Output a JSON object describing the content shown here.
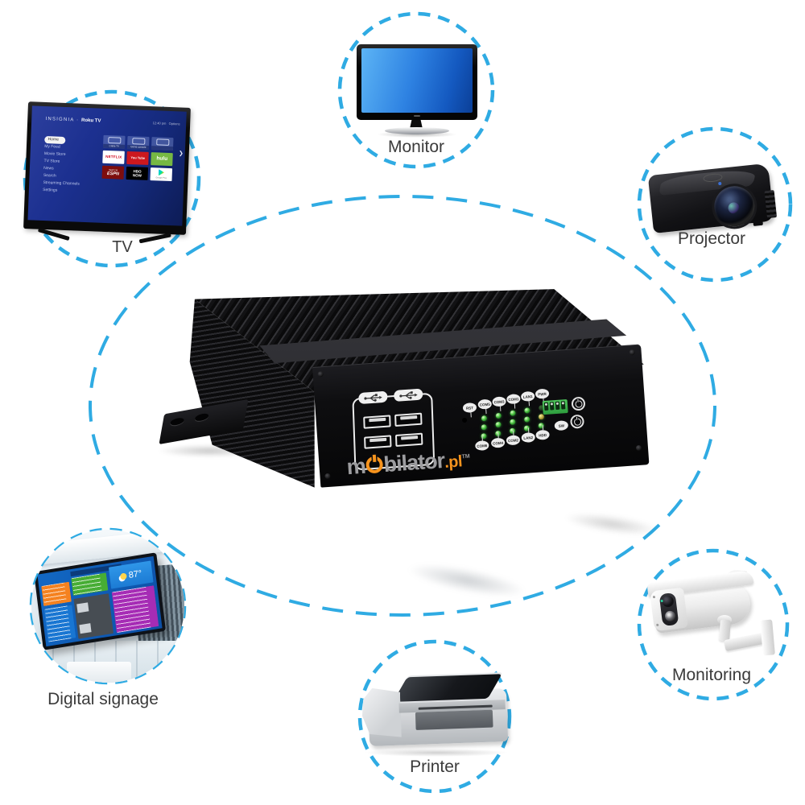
{
  "page": {
    "background": "#ffffff",
    "accent_color": "#2fabe3",
    "label_color": "#3b3b3b",
    "brand_orange": "#f7941e"
  },
  "labels": {
    "monitor": "Monitor",
    "projector": "Projector",
    "monitoring": "Monitoring",
    "printer": "Printer",
    "digital_signage": "Digital signage",
    "tv": "TV"
  },
  "pc": {
    "logo": {
      "pre": "m",
      "post": "bilator",
      "tld": ".pl",
      "tm": "TM"
    },
    "panel": {
      "labels_top": [
        "RST",
        "COM5",
        "COM3",
        "COM1",
        "LAN1",
        "PWR"
      ],
      "labels_bottom": [
        "COM6",
        "COM4",
        "COM2",
        "LAN2",
        "HDD"
      ],
      "sw_label": "SW"
    }
  },
  "tv_screen": {
    "brand": "INSIGNIA",
    "platform": "Roku TV",
    "time": "12:40 pm",
    "options": "Options",
    "menu": [
      "Home",
      "My Feed",
      "Movie Store",
      "TV Store",
      "News",
      "Search",
      "Streaming Channels",
      "Settings"
    ],
    "input_tiles": [
      "Cable TV",
      "Game console",
      ""
    ],
    "apps": [
      "NETFLIX",
      "You Tube",
      "hulu",
      "WATCH",
      "ESPN",
      "HBO",
      "NOW",
      "Google Play"
    ],
    "next_chevron": "❯"
  },
  "signage_screen": {
    "temperature": "87°"
  }
}
